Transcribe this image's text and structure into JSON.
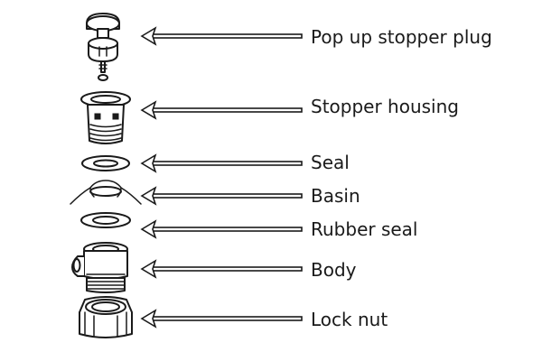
{
  "labels": {
    "pop_up_stopper_plug": "Pop up stopper plug",
    "stopper_housing": "Stopper housing",
    "seal": "Seal",
    "basin": "Basin",
    "rubber_seal": "Rubber seal",
    "body": "Body",
    "lock_nut": "Lock nut"
  },
  "colors": {
    "ink": "#1a1a1a",
    "background": "#ffffff"
  }
}
